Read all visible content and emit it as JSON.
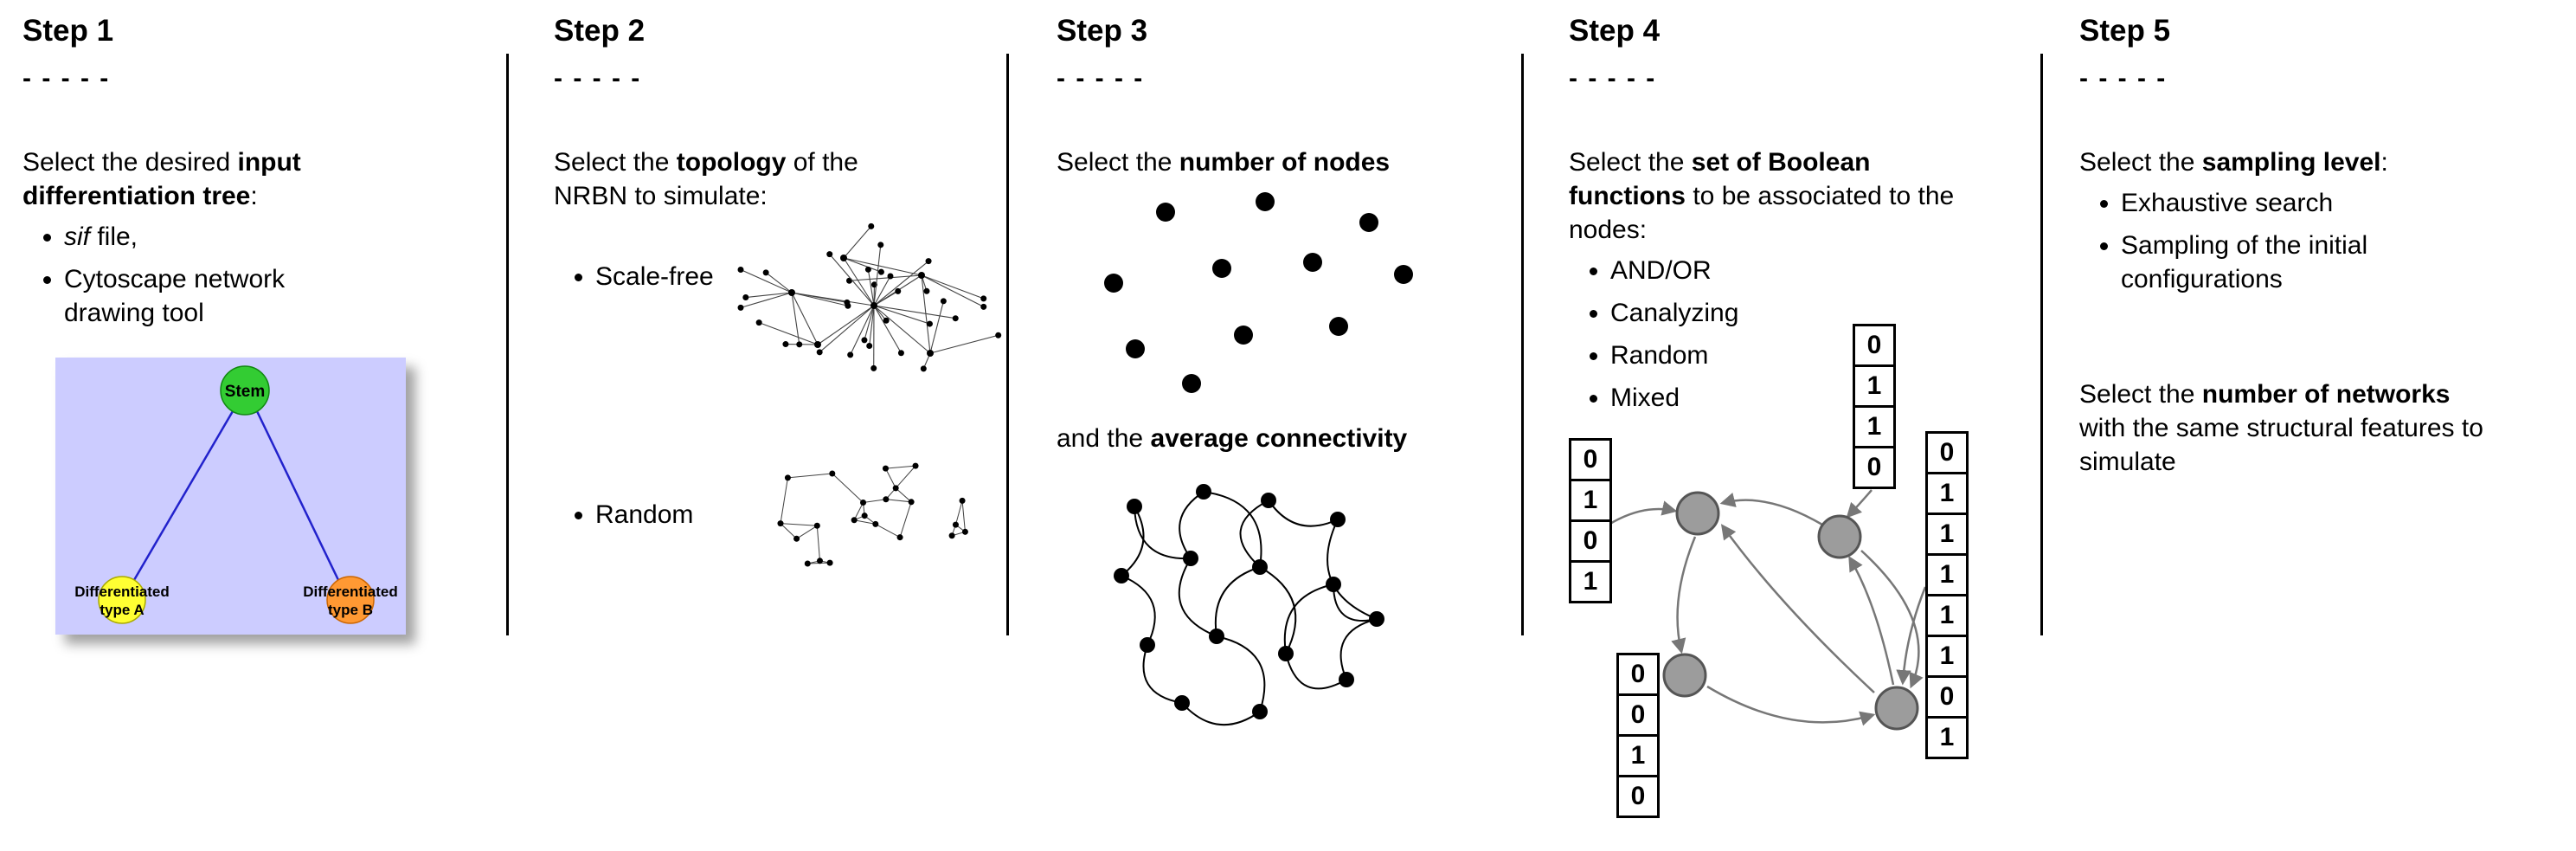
{
  "figure_background": "#ffffff",
  "steps": [
    {
      "title": "Step 1",
      "dashes": "- - - - -",
      "intro": {
        "pre": "Select the desired ",
        "bold": "input differentiation tree",
        "post": ":"
      },
      "bullets": [
        {
          "italic": "sif",
          "rest": " file,"
        },
        {
          "text": "Cytoscape network drawing tool"
        }
      ],
      "tree": {
        "stem_label": "Stem",
        "node_a_line1": "Differentiated",
        "node_a_line2": "type A",
        "node_b_line1": "Differentiated",
        "node_b_line2": "type B"
      }
    },
    {
      "title": "Step 2",
      "dashes": "- - - - -",
      "intro": {
        "pre": "Select the ",
        "bold": "topology",
        "post": " of the NRBN to simulate:"
      },
      "bullets": [
        {
          "text": "Scale-free"
        },
        {
          "text": "Random"
        }
      ]
    },
    {
      "title": "Step 3",
      "dashes": "- - - - -",
      "intro": {
        "pre": "Select the ",
        "bold": "number of nodes",
        "post": ""
      },
      "second": {
        "pre": "and the ",
        "bold": "average connectivity",
        "post": ""
      }
    },
    {
      "title": "Step 4",
      "dashes": "- - - - -",
      "intro": {
        "pre": "Select the ",
        "bold": "set of Boolean functions",
        "post": " to be associated to the nodes:"
      },
      "bullets": [
        {
          "text": "AND/OR"
        },
        {
          "text": "Canalyzing"
        },
        {
          "text": "Random"
        },
        {
          "text": "Mixed"
        }
      ],
      "truth_tables": {
        "left": [
          "0",
          "1",
          "0",
          "1"
        ],
        "top": [
          "0",
          "1",
          "1",
          "0"
        ],
        "bottom": [
          "0",
          "0",
          "1",
          "0"
        ],
        "right": [
          "0",
          "1",
          "1",
          "1",
          "1",
          "1",
          "0",
          "1"
        ]
      }
    },
    {
      "title": "Step 5",
      "dashes": "- - - - -",
      "intro": {
        "pre": "Select the ",
        "bold": "sampling level",
        "post": ":"
      },
      "bullets": [
        {
          "text": "Exhaustive search"
        },
        {
          "text": "Sampling of the initial configurations"
        }
      ],
      "second": {
        "pre": "Select the ",
        "bold": "number of networks",
        "post": " with the same structural features to simulate"
      }
    }
  ],
  "colors": {
    "tree_background": "#ccccff",
    "tree_edge": "#2222cc",
    "stem_fill": "#33cc33",
    "node_a_fill": "#ffff33",
    "node_b_fill": "#ff9933",
    "network_edge": "#444444",
    "dot_black": "#000000",
    "network_node_fill": "#9c9c9c",
    "network_node_stroke": "#555555",
    "arrow_gray": "#777777"
  }
}
